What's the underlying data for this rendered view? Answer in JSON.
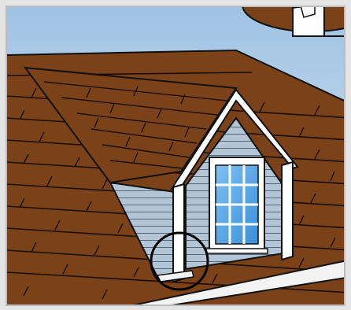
{
  "illustration": {
    "subject": "dormer-roof-flashing-detail",
    "colors": {
      "sky_top": "#a9c8e6",
      "sky_bottom": "#d8e8f4",
      "frame_border": "#c9c9c9",
      "roof_shingle": "#7a4118",
      "roof_shingle_light": "#8c4c1f",
      "siding": "#b7c7d6",
      "trim": "#ffffff",
      "glass": "#5fa8e6",
      "outline": "#111111",
      "gutter": "#f2f2f2"
    },
    "callouts": {
      "detail_circle": "callout-circle",
      "zoom_inset": "magnified-inset"
    }
  }
}
